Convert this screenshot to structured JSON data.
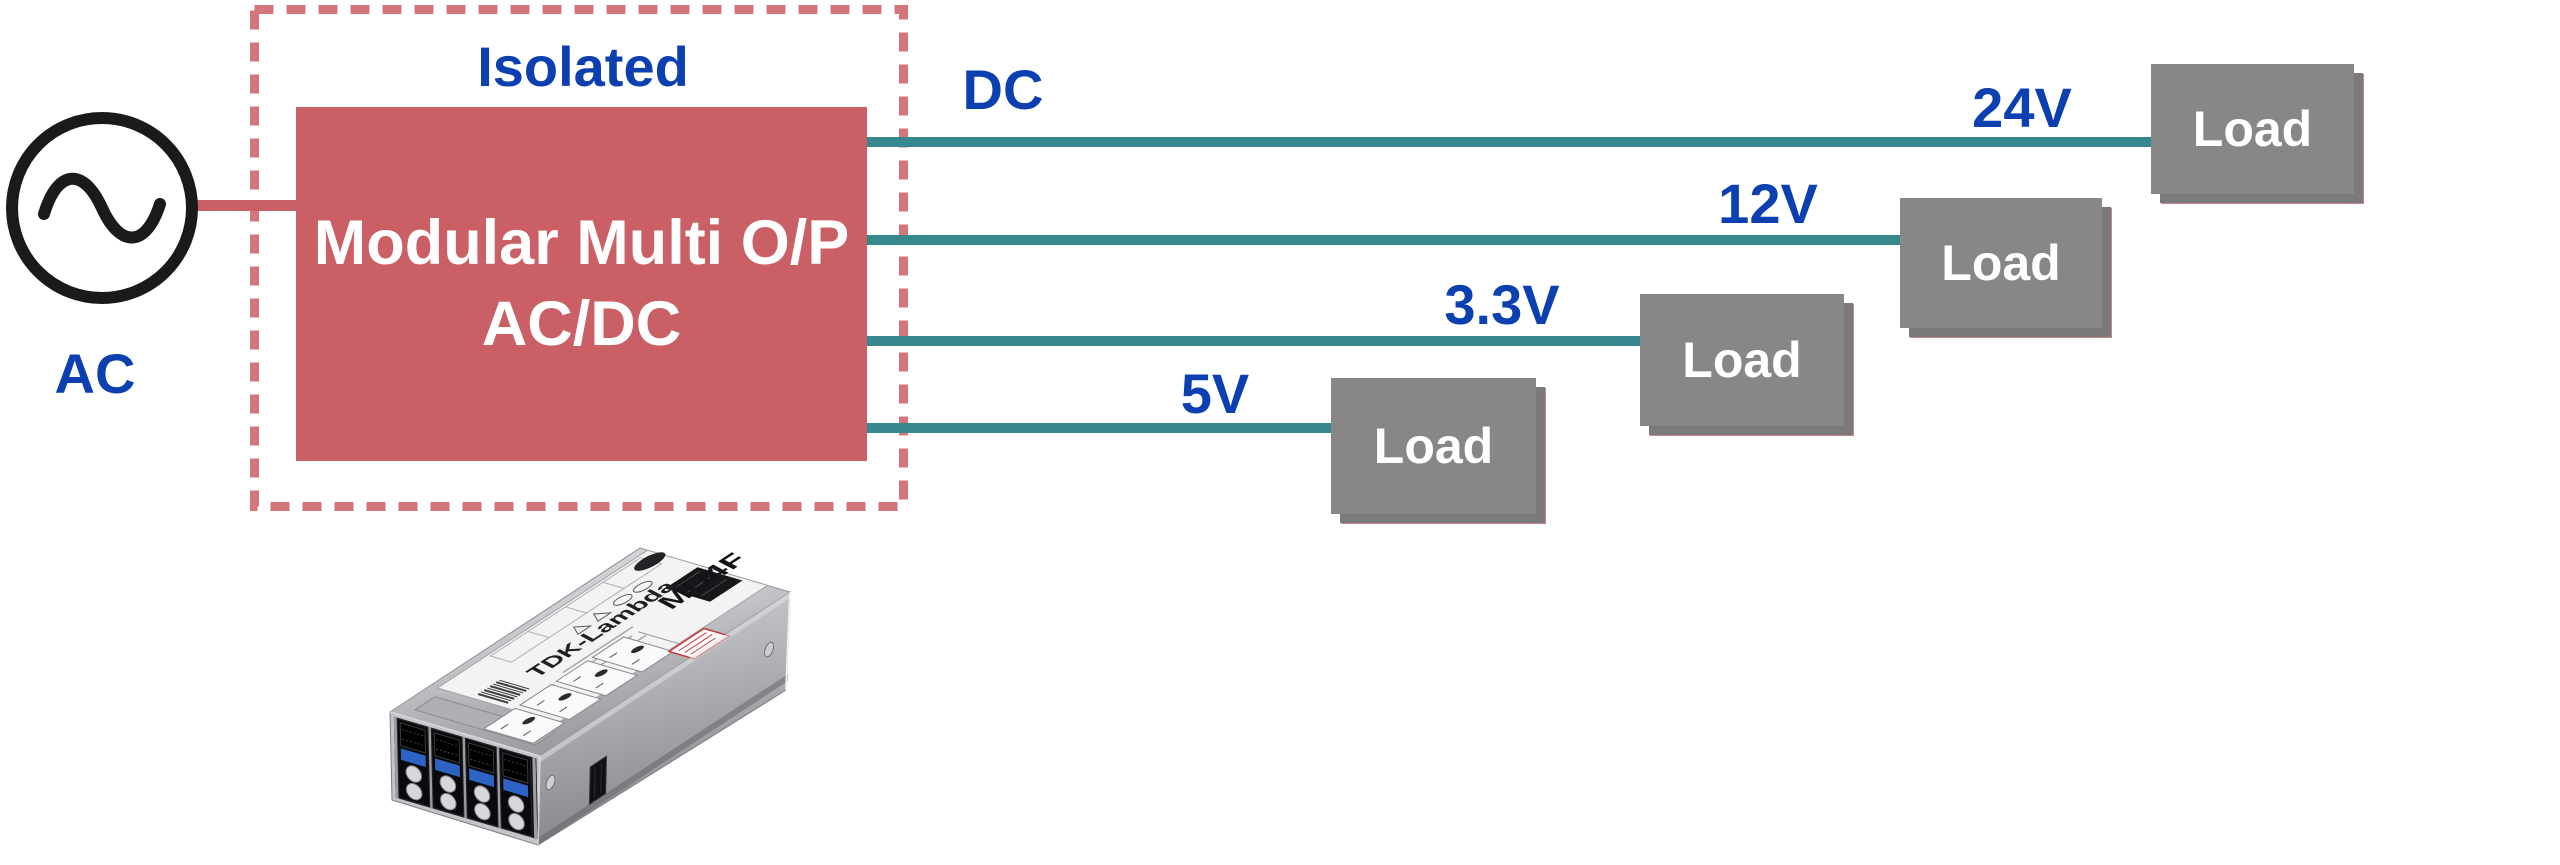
{
  "colors": {
    "converter_fill": "#CA6066",
    "isolation_dashed": "#D4757C",
    "dc_line_teal": "#37878F",
    "label_blue": "#0C3FB0",
    "load_gray": "#878787",
    "load_shadow_gray": "#7A7A7A",
    "symbol_black": "#1A1A1A"
  },
  "ac_source": {
    "label": "AC"
  },
  "isolated_region": {
    "label": "Isolated"
  },
  "converter": {
    "title_line1": "Modular Multi O/P",
    "title_line2": "AC/DC"
  },
  "dc_bus": {
    "label": "DC"
  },
  "outputs": [
    {
      "voltage": "24V",
      "load_label": "Load"
    },
    {
      "voltage": "12V",
      "load_label": "Load"
    },
    {
      "voltage": "3.3V",
      "load_label": "Load"
    },
    {
      "voltage": "5V",
      "load_label": "Load"
    }
  ],
  "product": {
    "brand": "TDK-Lambda",
    "model": "MU4F"
  }
}
